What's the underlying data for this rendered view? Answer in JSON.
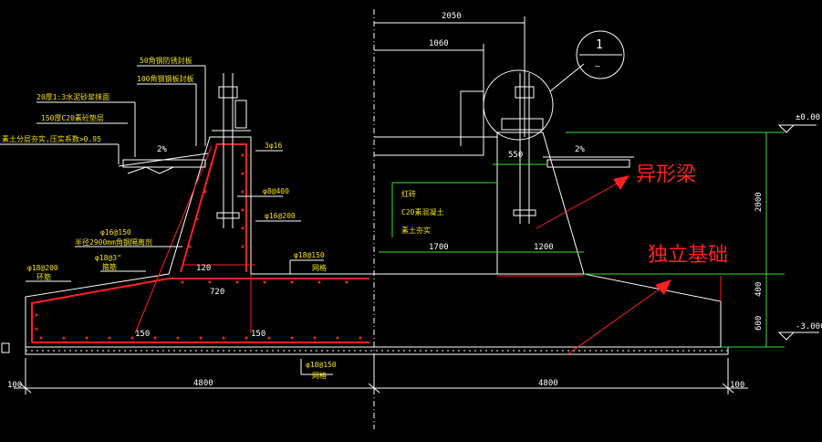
{
  "dimensions": {
    "d2050": "2050",
    "d1060": "1060",
    "d550": "550",
    "d1700": "1700",
    "d1200": "1200",
    "d2000": "2000",
    "d400": "400",
    "d600": "600",
    "d4800_left": "4800",
    "d4800_right": "4800",
    "d100_left": "100",
    "d100_right": "100",
    "d120": "120",
    "d720": "720",
    "d150_a": "150",
    "d150_b": "150",
    "level_top": "±0.00",
    "level_bottom": "-3.000",
    "slope_left": "2%",
    "slope_right": "2%"
  },
  "detail_marker": {
    "number": "1",
    "sheet": "—"
  },
  "labels_left": [
    "50角钢防锈封板",
    "100角钢钢板封板",
    "20厚1:3水泥砂浆抹面",
    "150厚C20素砼垫层",
    "素土分层夯实,压实系数>0.95"
  ],
  "rebar_labels": {
    "r1": "3φ16",
    "r2": "φ8@400",
    "r3": "φ16@200",
    "r4": "φ16@150",
    "r4_note": "半径2900mm角钢隔离剂",
    "r5": "φ18@3\"",
    "r5_note": "箍筋",
    "r6": "φ18@200",
    "r6_note": "环筋",
    "r7": "φ18@150",
    "r7_note": "网格",
    "r8": "φ18@150",
    "r8_note": "网格"
  },
  "labels_right_green": [
    "红砖",
    "C20素混凝土",
    "素土夯实"
  ],
  "callouts": {
    "beam": "异形梁",
    "footing": "独立基础"
  }
}
